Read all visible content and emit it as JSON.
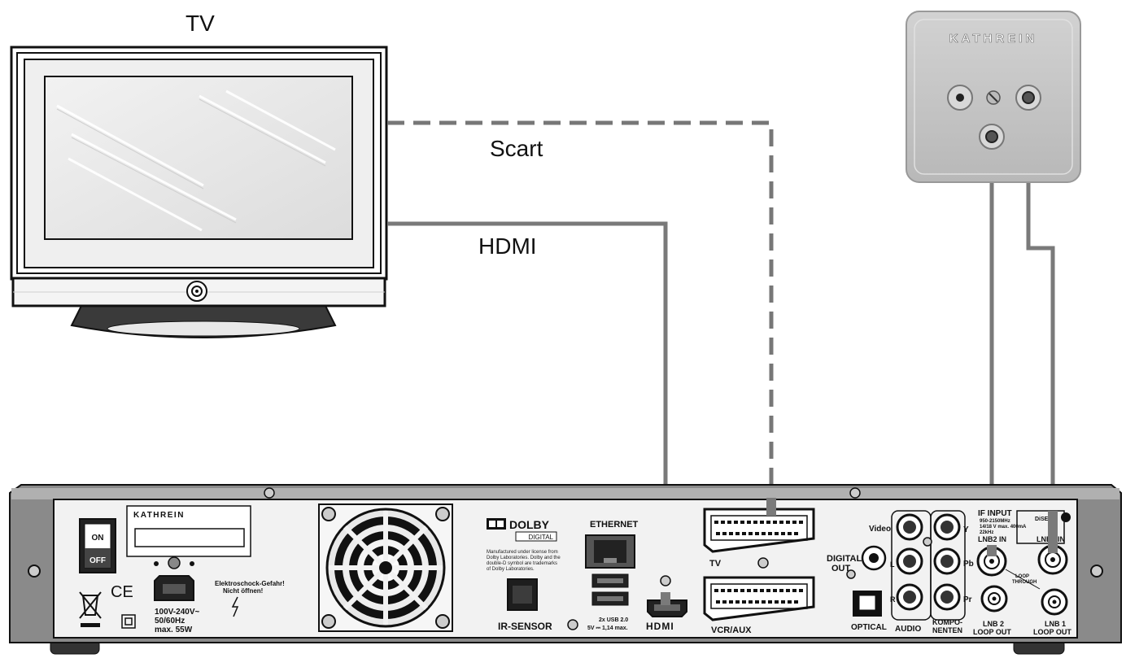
{
  "labels": {
    "tv": "TV",
    "scart": "Scart",
    "hdmi": "HDMI"
  },
  "wall_outlet": {
    "brand": "KATHREIN"
  },
  "receiver": {
    "brand": "KATHREIN",
    "switch_on": "ON",
    "switch_off": "OFF",
    "ce_mark": "CE",
    "power_rating": [
      "100V-240V~",
      "50/60Hz",
      "max. 55W"
    ],
    "warning": [
      "Elektroschock-Gefahr!",
      "Nicht öffnen!"
    ],
    "dolby_brand": "DOLBY",
    "dolby_sub": "DIGITAL",
    "dolby_notice": [
      "Manufactured under license from",
      "Dolby Laboratories. Dolby and the",
      "double-D symbol are trademarks",
      "of Dolby Laboratories."
    ],
    "ir_sensor": "IR-SENSOR",
    "ethernet": "ETHERNET",
    "usb_note": [
      "2x USB 2.0",
      "5V ⎓ 1,14 max."
    ],
    "hdmi_port": "HDMI",
    "tv_scart": "TV",
    "vcr_scart": "VCR/AUX",
    "digital_out": [
      "DIGITAL",
      "OUT"
    ],
    "video": "Video",
    "audio_l": "L",
    "audio_r": "R",
    "audio": "AUDIO",
    "optical": "OPTICAL",
    "comp_y": "Y",
    "comp_pb": "Pb",
    "comp_pr": "Pr",
    "komponenten": [
      "KOMPO-",
      "NENTEN"
    ],
    "if_input": "IF INPUT",
    "if_spec": [
      "950-2150MHz",
      "14/18 V max. 400mA",
      "22kHz"
    ],
    "diseqc": "DiSEqC",
    "lnb2_in": "LNB2 IN",
    "lnb1_in": "LNB1 IN",
    "loop_through": [
      "LOOP",
      "THROUGH"
    ],
    "lnb2_loop": [
      "LNB 2",
      "LOOP OUT"
    ],
    "lnb1_loop": [
      "LNB 1",
      "LOOP OUT"
    ]
  },
  "colors": {
    "cable": "#7a7a7a",
    "outline": "#1a1a1a",
    "wall_plate": "#c4c4c4"
  }
}
